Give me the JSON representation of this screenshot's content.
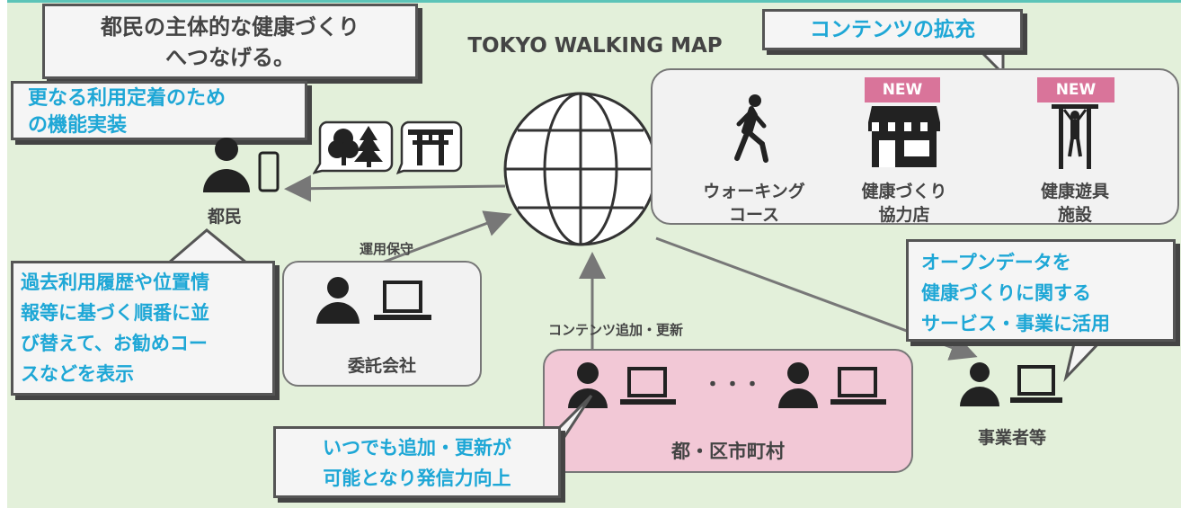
{
  "title": "TOKYO WALKING MAP",
  "top_callout": {
    "line1": "都民の主体的な健康づくり",
    "line2": "へつなげる。"
  },
  "contents_callout": "コンテンツの拡充",
  "feature_callout": {
    "line1": "更なる利用定着のため",
    "line2": "の機能実装"
  },
  "sort_callout": {
    "line1": "過去利用履歴や位置情",
    "line2": "報等に基づく順番に並",
    "line3": "び替えて、お勧めコー",
    "line4": "スなどを表示"
  },
  "opendata_callout": {
    "line1": "オープンデータを",
    "line2": "健康づくりに関する",
    "line3": "サービス・事業に活用"
  },
  "update_callout": {
    "line1": "いつでも追加・更新が",
    "line2": "可能となり発信力向上"
  },
  "citizen_label": "都民",
  "maintenance_label": "運用保守",
  "contractor_label": "委託会社",
  "content_update_label": "コンテンツ追加・更新",
  "municipality_label": "都・区市町村",
  "dots": "・・・",
  "business_label": "事業者等",
  "contents": [
    {
      "line1": "ウォーキング",
      "line2": "コース",
      "icon": "walking-person-icon",
      "is_new": false
    },
    {
      "line1": "健康づくり",
      "line2": "協力店",
      "icon": "store-icon",
      "is_new": true
    },
    {
      "line1": "健康遊具",
      "line2": "施設",
      "icon": "fitness-equipment-icon",
      "is_new": true
    }
  ],
  "new_badge": "NEW",
  "colors": {
    "background": "#e3f0da",
    "accent_blue": "#1ea7d6",
    "new_pink": "#d9749a",
    "municipality_panel": "#f2c8d6",
    "dark": "#222222"
  }
}
